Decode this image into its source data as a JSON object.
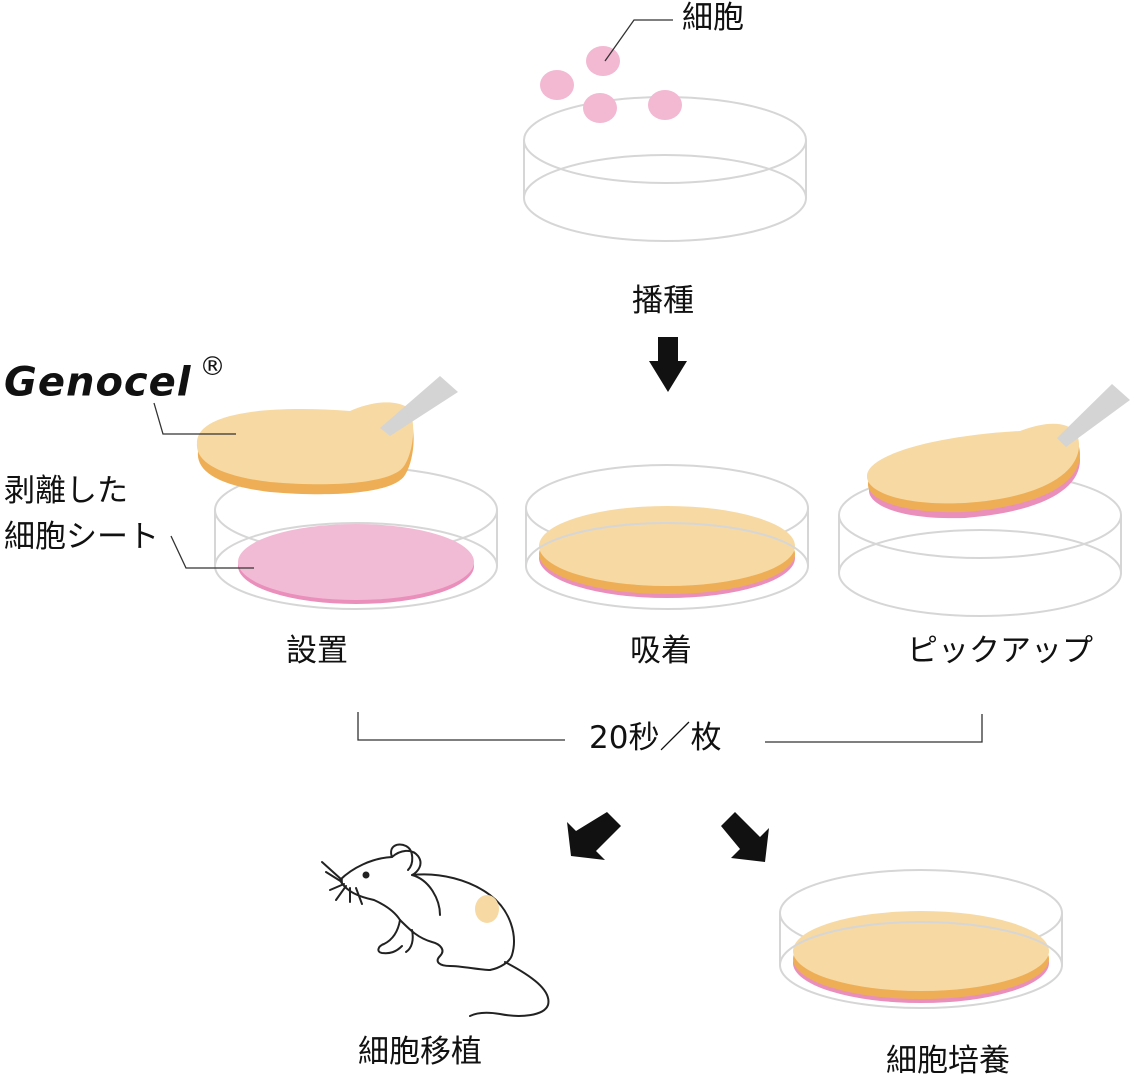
{
  "labels": {
    "cells": "細胞",
    "seeding": "播種",
    "brand": "Genocel",
    "brand_mark": "®",
    "detached_sheet_line1": "剥離した",
    "detached_sheet_line2": "細胞シート",
    "placement": "設置",
    "adhesion": "吸着",
    "pickup": "ピックアップ",
    "rate": "20秒／枚",
    "transplant": "細胞移植",
    "culture": "細胞培養"
  },
  "colors": {
    "dish_stroke": "#d6d6d6",
    "cell_pink": "#f3b8d2",
    "sheet_pink": "#f2bbd5",
    "sheet_pink_edge": "#ea8fbb",
    "genocel_fill": "#f7d9a3",
    "genocel_edge": "#eeae55",
    "spatula": "#d4d4d4",
    "arrow": "#111111"
  }
}
